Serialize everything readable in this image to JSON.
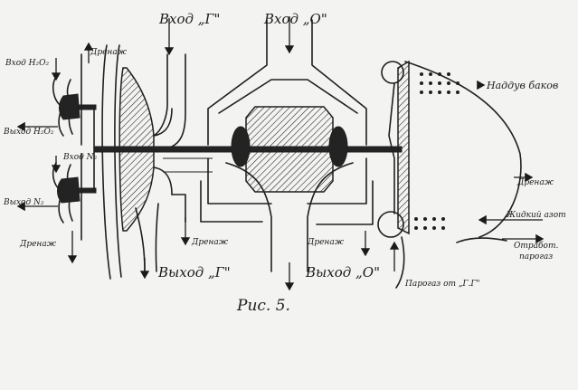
{
  "figure_caption": "Рис. 5.",
  "labels": {
    "inlet_g": "Вход „Г\"",
    "inlet_o": "Вход „О\"",
    "inlet_h2o2": "Вход H₂O₂",
    "outlet_h2o2": "Выход H₂O₂",
    "inlet_n2": "Вход N₂",
    "outlet_n2": "Выход N₂",
    "drain_top_left": "Дренаж",
    "drain_left": "Дренаж",
    "drain_center_left": "Дренаж",
    "drain_center_right": "Дренаж",
    "drain_right": "Дренаж",
    "outlet_g": "Выход „Г\"",
    "outlet_o": "Выход „О\"",
    "tank_pressurization": "Наддув баков",
    "liquid_nitrogen": "Жидкий азот",
    "exhaust_gases_line1": "Отработ.",
    "exhaust_gases_line2": "парогаз",
    "steam_gas_from_gg": "Парогаз от „Г.Г\""
  }
}
